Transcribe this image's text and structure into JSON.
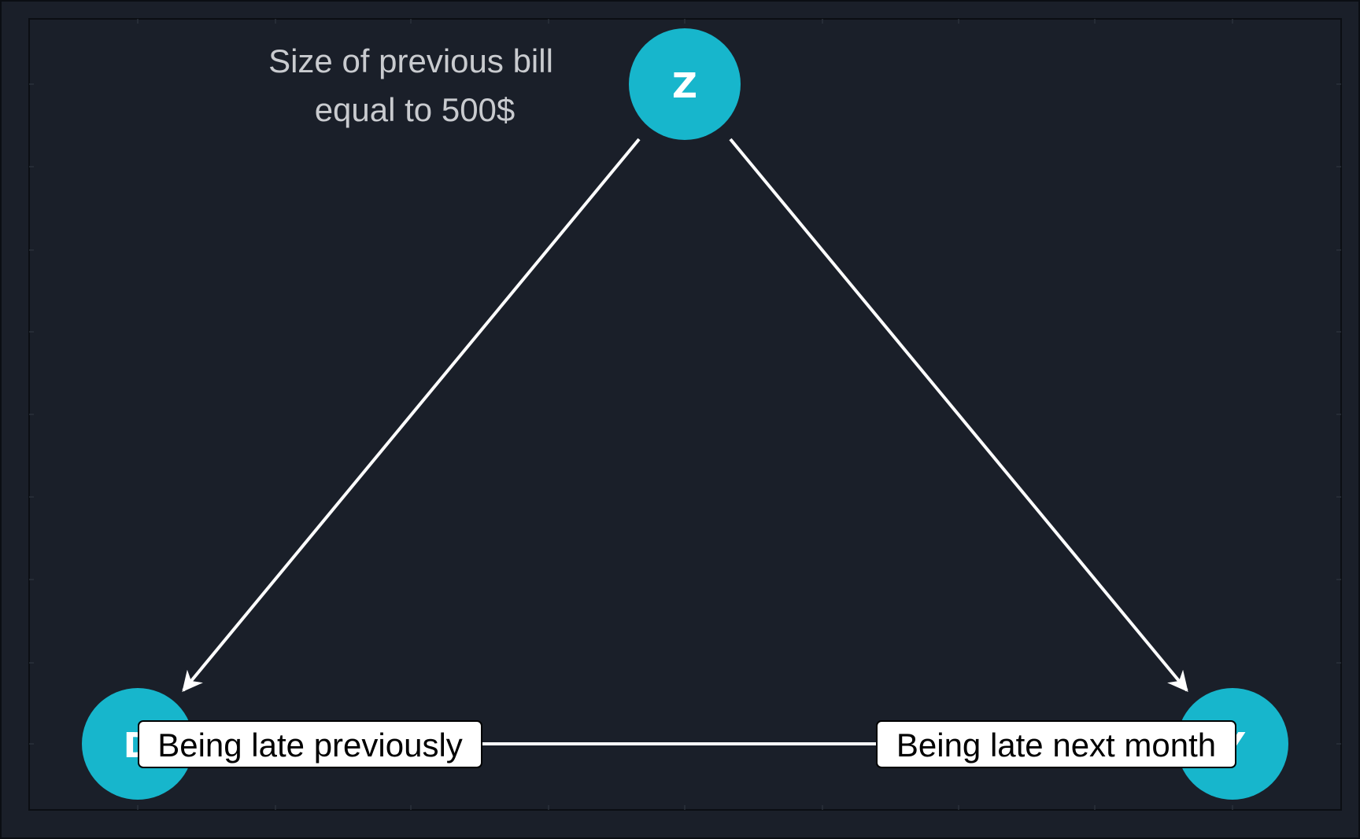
{
  "diagram": {
    "annotation": {
      "line1": "Size of previous bill",
      "line2": "equal to 500$"
    },
    "nodes": {
      "z": {
        "label": "Z"
      },
      "d": {
        "label": "D"
      },
      "y": {
        "label": "Y"
      }
    },
    "labels": {
      "d": "Being late previously",
      "y": "Being late next month"
    }
  },
  "colors": {
    "background": "#1a1f29",
    "node": "#17b6cc",
    "edge": "#ffffff",
    "label_bg": "#ffffff",
    "annotation": "#c9cbcf"
  }
}
